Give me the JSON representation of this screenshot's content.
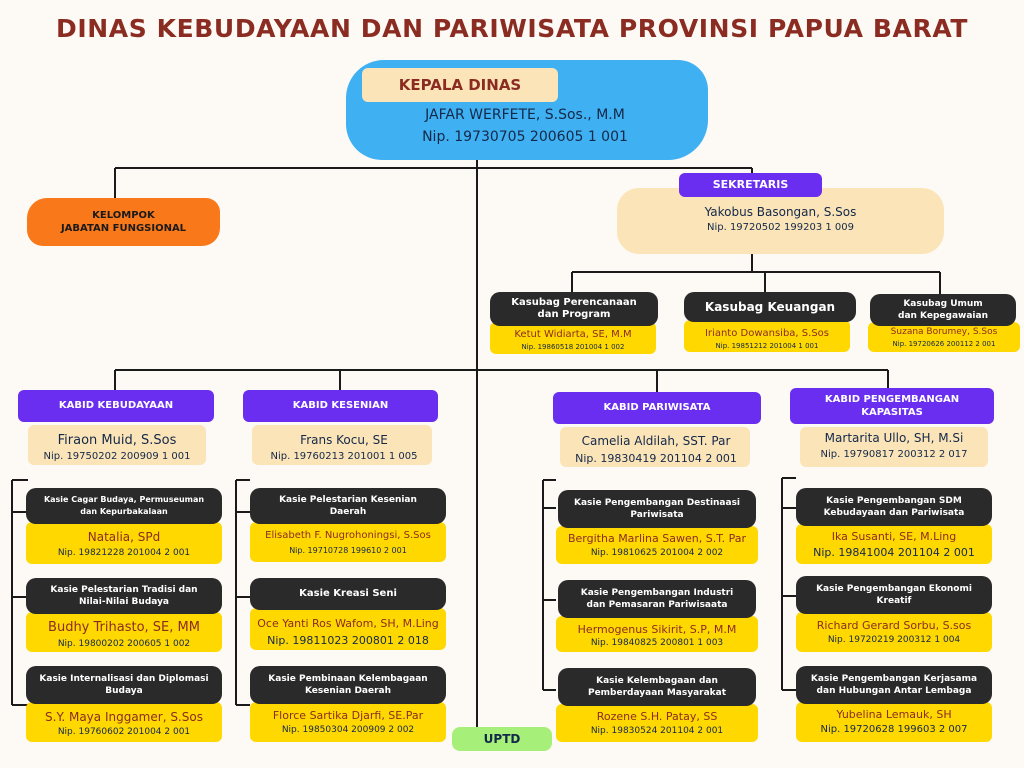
{
  "title": "DINAS KEBUDAYAAN DAN PARIWISATA  PROVINSI PAPUA BARAT",
  "kepala": {
    "label": "KEPALA DINAS",
    "name": "JAFAR WERFETE, S.Sos., M.M",
    "nip": "Nip. 19730705 200605 1 001"
  },
  "fungsional": {
    "line1": "KELOMPOK",
    "line2": "JABATAN FUNGSIONAL"
  },
  "sekretaris": {
    "label": "SEKRETARIS",
    "name": "Yakobus Basongan, S.Sos",
    "nip": "Nip. 19720502 199203 1 009"
  },
  "kasubag": [
    {
      "t1": "Kasubag Perencanaan",
      "t2": "dan Program",
      "name": "Ketut Widiarta, SE, M.M",
      "nip": "Nip. 19860518 201004 1 002"
    },
    {
      "t1": "Kasubag Keuangan",
      "t2": "",
      "name": "Irianto Dowansiba, S.Sos",
      "nip": "Nip. 19851212 201004 1 001"
    },
    {
      "t1": "Kasubag Umum",
      "t2": "dan Kepegawaian",
      "name": "Suzana Borumey, S.Sos",
      "nip": "Nip. 19720626 200112 2 001"
    }
  ],
  "kabid": [
    {
      "l1": "KABID KEBUDAYAAN",
      "l2": "",
      "name": "Firaon Muid, S.Sos",
      "nip": "Nip. 19750202 200909 1 001",
      "kasie": [
        {
          "t1": "Kasie Cagar Budaya, Permuseuman",
          "t2": "dan Kepurbakalaan",
          "name": "Natalia, SPd",
          "nip": "Nip. 19821228 201004 2 001"
        },
        {
          "t1": "Kasie Pelestarian Tradisi dan",
          "t2": "Nilai-Nilai Budaya",
          "name": "Budhy Trihasto, SE, MM",
          "nip": "Nip. 19800202 200605 1 002"
        },
        {
          "t1": "Kasie Internalisasi dan Diplomasi",
          "t2": "Budaya",
          "name": "S.Y. Maya Inggamer, S.Sos",
          "nip": "Nip. 19760602 201004 2 001"
        }
      ]
    },
    {
      "l1": "KABID KESENIAN",
      "l2": "",
      "name": "Frans Kocu, SE",
      "nip": "Nip. 19760213 201001 1 005",
      "kasie": [
        {
          "t1": "Kasie Pelestarian Kesenian",
          "t2": "Daerah",
          "name": "Elisabeth F. Nugrohoningsi, S.Sos",
          "nip": "Nip. 19710728 199610 2 001"
        },
        {
          "t1": "Kasie Kreasi Seni",
          "t2": "",
          "name": "Oce Yanti Ros Wafom, SH, M.Ling",
          "nip": "Nip. 19811023 200801 2 018"
        },
        {
          "t1": "Kasie Pembinaan Kelembagaan",
          "t2": "Kesenian Daerah",
          "name": "Florce Sartika Djarfi, SE.Par",
          "nip": "Nip. 19850304 200909 2 002"
        }
      ]
    },
    {
      "l1": "KABID PARIWISATA",
      "l2": "",
      "name": "Camelia Aldilah, SST. Par",
      "nip": "Nip. 19830419 201104 2 001",
      "kasie": [
        {
          "t1": "Kasie Pengembangan Destinaasi",
          "t2": "Pariwisata",
          "name": "Bergitha Marlina Sawen, S.T. Par",
          "nip": "Nip. 19810625 201004 2 002"
        },
        {
          "t1": "Kasie Pengembangan Industri",
          "t2": "dan Pemasaran Pariwisaata",
          "name": "Hermogenus Sikirit, S.P, M.M",
          "nip": "Nip. 19840825 200801 1 003"
        },
        {
          "t1": "Kasie Kelembagaan dan",
          "t2": "Pemberdayaan Masyarakat",
          "name": "Rozene S.H. Patay, SS",
          "nip": "Nip. 19830524 201104 2 001"
        }
      ]
    },
    {
      "l1": "KABID PENGEMBANGAN",
      "l2": "KAPASITAS",
      "name": "Martarita Ullo, SH, M.Si",
      "nip": "Nip. 19790817 200312 2 017",
      "kasie": [
        {
          "t1": "Kasie Pengembangan SDM",
          "t2": "Kebudayaan dan Pariwisata",
          "name": "Ika Susanti, SE, M.Ling",
          "nip": "Nip. 19841004 201104 2 001"
        },
        {
          "t1": "Kasie Pengembangan Ekonomi",
          "t2": "Kreatif",
          "name": "Richard Gerard Sorbu, S.sos",
          "nip": "Nip. 19720219 200312 1 004"
        },
        {
          "t1": "Kasie Pengembangan Kerjasama",
          "t2": "dan Hubungan Antar Lembaga",
          "name": "Yubelina Lemauk, SH",
          "nip": "Nip. 19720628 199603 2 007"
        }
      ]
    }
  ],
  "uptd": "UPTD"
}
